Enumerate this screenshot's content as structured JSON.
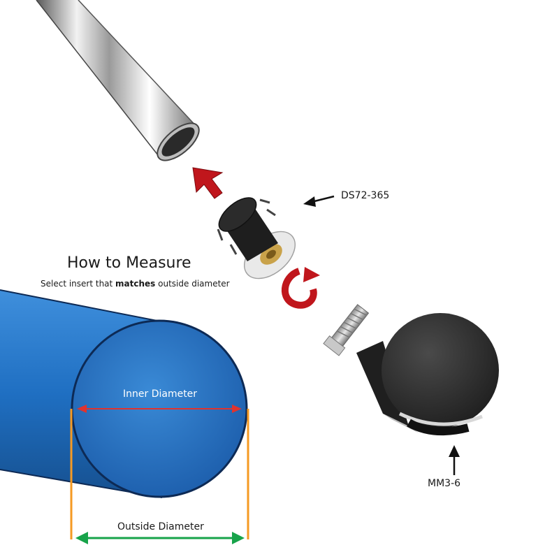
{
  "heading": {
    "title": "How to Measure",
    "subtitle_before": "Select insert that ",
    "subtitle_bold": "matches",
    "subtitle_after": " outside diameter"
  },
  "labels": {
    "insert_part": "DS72-365",
    "caster_part": "MM3-6",
    "inner_diameter": "Inner Diameter",
    "outside_diameter": "Outside Diameter"
  },
  "colors": {
    "tube_blue": "#1f6fc2",
    "tube_outline": "#0d2a55",
    "inner_arrow": "#e0332e",
    "outer_arrow": "#17a34a",
    "guide_lines": "#f59a23",
    "assembly_arrows": "#c0161c"
  },
  "icons": [
    "chrome-tube-icon",
    "insert-icon",
    "caster-wheel-icon",
    "up-arrow-icon",
    "rotate-arrow-icon"
  ]
}
